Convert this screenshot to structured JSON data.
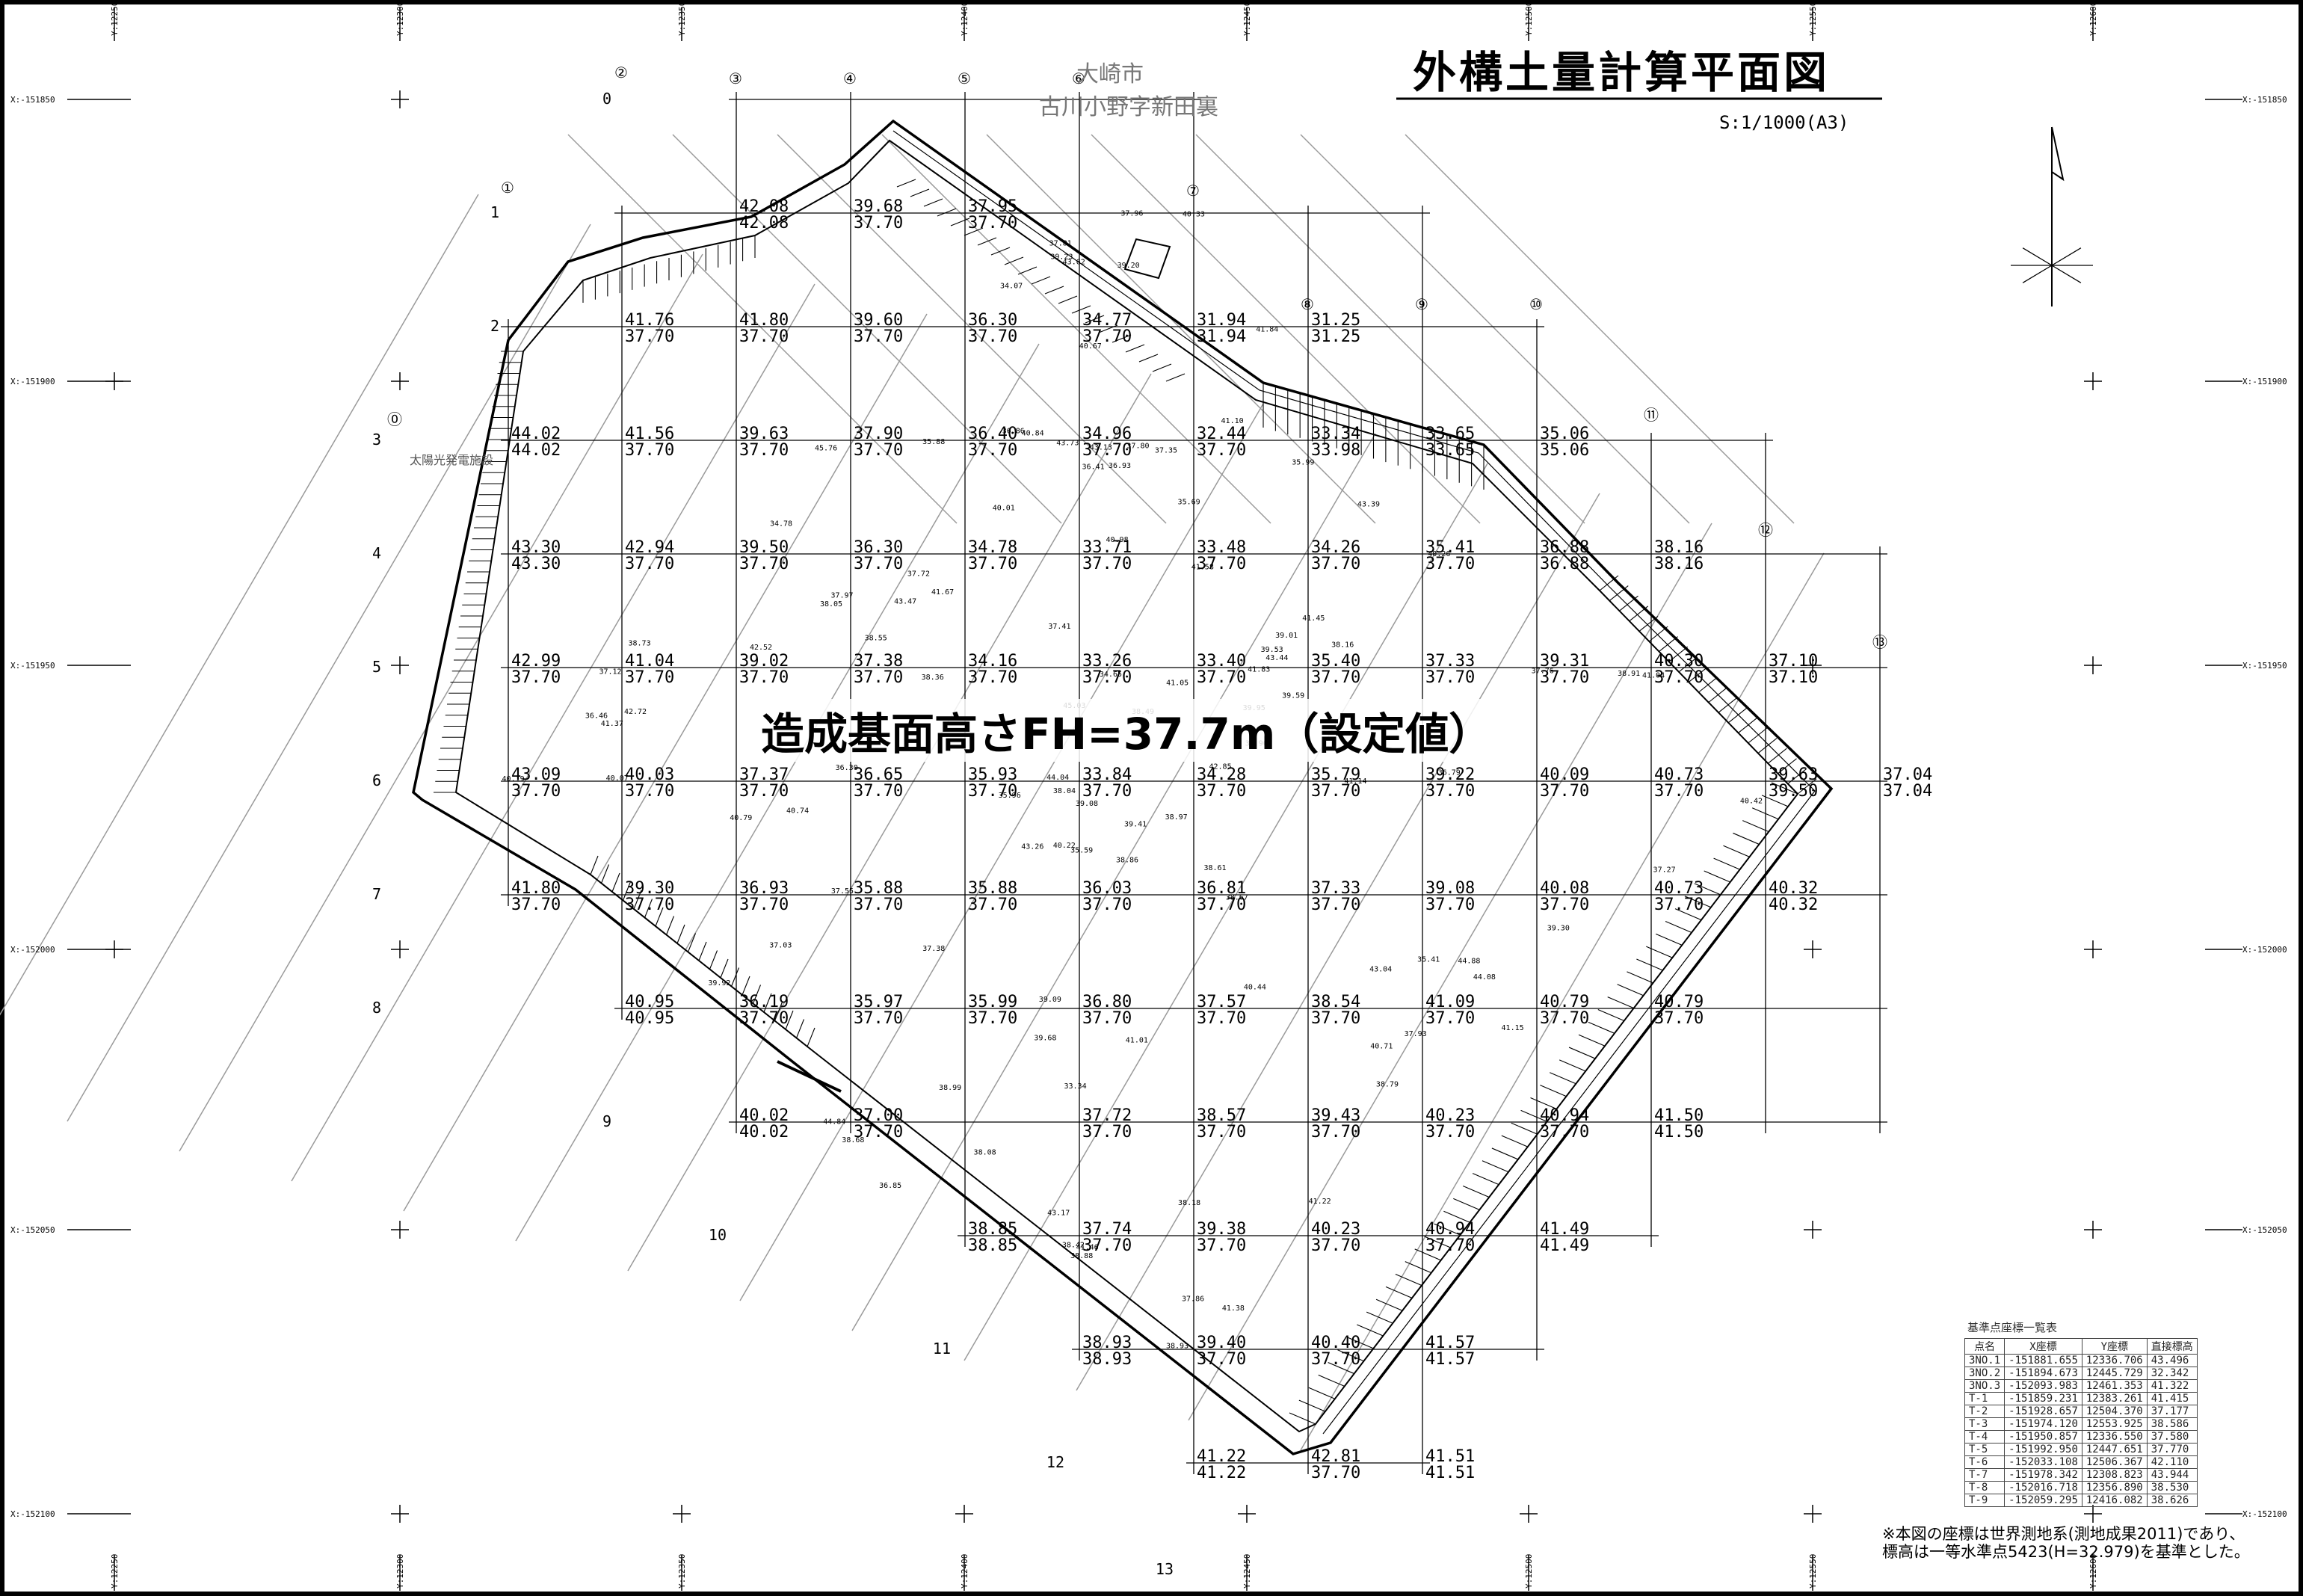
{
  "drawing": {
    "title": "外構土量計算平面図",
    "scale": "S:1/1000(A3)",
    "place_city": "大崎市",
    "place_area": "古川小野字新田裏",
    "formation_height": "造成基面高さFH=37.7m（設定値）",
    "solar_label": "太陽光発電施設",
    "note_line1": "※本図の座標は世界測地系(測地成果2011)であり、",
    "note_line2": "標高は一等水準点5423(H=32.979)を基準とした。"
  },
  "colors": {
    "line": "#000000",
    "grid": "#000000",
    "label_gray": "#777777",
    "background": "#ffffff"
  },
  "top_coords": [
    "Y:12250",
    "Y:12300",
    "Y:12350",
    "Y:12400",
    "Y:12450",
    "Y:12500",
    "Y:12550",
    "Y:12600"
  ],
  "side_coords": [
    "X:-151850",
    "X:-151900",
    "X:-151950",
    "X:-152000",
    "X:-152050",
    "X:-152100"
  ],
  "col_markers": [
    "⓪",
    "①",
    "②",
    "③",
    "④",
    "⑤",
    "⑥",
    "⑦",
    "⑧",
    "⑨",
    "⑩",
    "⑪",
    "⑫",
    "⑬"
  ],
  "row_markers": [
    "0",
    "1",
    "2",
    "3",
    "4",
    "5",
    "6",
    "7",
    "8",
    "9",
    "10",
    "11",
    "12",
    "13"
  ],
  "grid_values": [
    {
      "r": 1,
      "c": 2,
      "top": "42.08",
      "bot": "42.08"
    },
    {
      "r": 1,
      "c": 3,
      "top": "39.68",
      "bot": "37.70"
    },
    {
      "r": 1,
      "c": 4,
      "top": "37.95",
      "bot": "37.70"
    },
    {
      "r": 2,
      "c": 1,
      "top": "41.76",
      "bot": "37.70"
    },
    {
      "r": 2,
      "c": 2,
      "top": "41.80",
      "bot": "37.70"
    },
    {
      "r": 2,
      "c": 3,
      "top": "39.60",
      "bot": "37.70"
    },
    {
      "r": 2,
      "c": 4,
      "top": "36.30",
      "bot": "37.70"
    },
    {
      "r": 2,
      "c": 5,
      "top": "34.77",
      "bot": "37.70"
    },
    {
      "r": 2,
      "c": 6,
      "top": "31.94",
      "bot": "31.94"
    },
    {
      "r": 2,
      "c": 7,
      "top": "31.25",
      "bot": "31.25"
    },
    {
      "r": 3,
      "c": 0,
      "top": "44.02",
      "bot": "44.02"
    },
    {
      "r": 3,
      "c": 1,
      "top": "41.56",
      "bot": "37.70"
    },
    {
      "r": 3,
      "c": 2,
      "top": "39.63",
      "bot": "37.70"
    },
    {
      "r": 3,
      "c": 3,
      "top": "37.90",
      "bot": "37.70"
    },
    {
      "r": 3,
      "c": 4,
      "top": "36.40",
      "bot": "37.70"
    },
    {
      "r": 3,
      "c": 5,
      "top": "34.96",
      "bot": "37.70"
    },
    {
      "r": 3,
      "c": 6,
      "top": "32.44",
      "bot": "37.70"
    },
    {
      "r": 3,
      "c": 7,
      "top": "33.34",
      "bot": "33.98"
    },
    {
      "r": 3,
      "c": 8,
      "top": "33.65",
      "bot": "33.65"
    },
    {
      "r": 3,
      "c": 9,
      "top": "35.06",
      "bot": "35.06"
    },
    {
      "r": 4,
      "c": 0,
      "top": "43.30",
      "bot": "43.30"
    },
    {
      "r": 4,
      "c": 1,
      "top": "42.94",
      "bot": "37.70"
    },
    {
      "r": 4,
      "c": 2,
      "top": "39.50",
      "bot": "37.70"
    },
    {
      "r": 4,
      "c": 3,
      "top": "36.30",
      "bot": "37.70"
    },
    {
      "r": 4,
      "c": 4,
      "top": "34.78",
      "bot": "37.70"
    },
    {
      "r": 4,
      "c": 5,
      "top": "33.71",
      "bot": "37.70"
    },
    {
      "r": 4,
      "c": 6,
      "top": "33.48",
      "bot": "37.70"
    },
    {
      "r": 4,
      "c": 7,
      "top": "34.26",
      "bot": "37.70"
    },
    {
      "r": 4,
      "c": 8,
      "top": "35.41",
      "bot": "37.70"
    },
    {
      "r": 4,
      "c": 9,
      "top": "36.88",
      "bot": "36.88"
    },
    {
      "r": 4,
      "c": 10,
      "top": "38.16",
      "bot": "38.16"
    },
    {
      "r": 5,
      "c": 0,
      "top": "42.99",
      "bot": "37.70"
    },
    {
      "r": 5,
      "c": 1,
      "top": "41.04",
      "bot": "37.70"
    },
    {
      "r": 5,
      "c": 2,
      "top": "39.02",
      "bot": "37.70"
    },
    {
      "r": 5,
      "c": 3,
      "top": "37.38",
      "bot": "37.70"
    },
    {
      "r": 5,
      "c": 4,
      "top": "34.16",
      "bot": "37.70"
    },
    {
      "r": 5,
      "c": 5,
      "top": "33.26",
      "bot": "37.70"
    },
    {
      "r": 5,
      "c": 6,
      "top": "33.40",
      "bot": "37.70"
    },
    {
      "r": 5,
      "c": 7,
      "top": "35.40",
      "bot": "37.70"
    },
    {
      "r": 5,
      "c": 8,
      "top": "37.33",
      "bot": "37.70"
    },
    {
      "r": 5,
      "c": 9,
      "top": "39.31",
      "bot": "37.70"
    },
    {
      "r": 5,
      "c": 10,
      "top": "40.30",
      "bot": "37.70"
    },
    {
      "r": 5,
      "c": 11,
      "top": "37.10",
      "bot": "37.10"
    },
    {
      "r": 6,
      "c": 0,
      "top": "43.09",
      "bot": "37.70"
    },
    {
      "r": 6,
      "c": 1,
      "top": "40.03",
      "bot": "37.70"
    },
    {
      "r": 6,
      "c": 2,
      "top": "37.37",
      "bot": "37.70"
    },
    {
      "r": 6,
      "c": 3,
      "top": "36.65",
      "bot": "37.70"
    },
    {
      "r": 6,
      "c": 4,
      "top": "35.93",
      "bot": "37.70"
    },
    {
      "r": 6,
      "c": 5,
      "top": "33.84",
      "bot": "37.70"
    },
    {
      "r": 6,
      "c": 6,
      "top": "34.28",
      "bot": "37.70"
    },
    {
      "r": 6,
      "c": 7,
      "top": "35.79",
      "bot": "37.70"
    },
    {
      "r": 6,
      "c": 8,
      "top": "39.22",
      "bot": "37.70"
    },
    {
      "r": 6,
      "c": 9,
      "top": "40.09",
      "bot": "37.70"
    },
    {
      "r": 6,
      "c": 10,
      "top": "40.73",
      "bot": "37.70"
    },
    {
      "r": 6,
      "c": 11,
      "top": "39.63",
      "bot": "39.50"
    },
    {
      "r": 6,
      "c": 12,
      "top": "37.04",
      "bot": "37.04"
    },
    {
      "r": 7,
      "c": 0,
      "top": "41.80",
      "bot": "37.70"
    },
    {
      "r": 7,
      "c": 1,
      "top": "39.30",
      "bot": "37.70"
    },
    {
      "r": 7,
      "c": 2,
      "top": "36.93",
      "bot": "37.70"
    },
    {
      "r": 7,
      "c": 3,
      "top": "35.88",
      "bot": "37.70"
    },
    {
      "r": 7,
      "c": 4,
      "top": "35.88",
      "bot": "37.70"
    },
    {
      "r": 7,
      "c": 5,
      "top": "36.03",
      "bot": "37.70"
    },
    {
      "r": 7,
      "c": 6,
      "top": "36.81",
      "bot": "37.70"
    },
    {
      "r": 7,
      "c": 7,
      "top": "37.33",
      "bot": "37.70"
    },
    {
      "r": 7,
      "c": 8,
      "top": "39.08",
      "bot": "37.70"
    },
    {
      "r": 7,
      "c": 9,
      "top": "40.08",
      "bot": "37.70"
    },
    {
      "r": 7,
      "c": 10,
      "top": "40.73",
      "bot": "37.70"
    },
    {
      "r": 7,
      "c": 11,
      "top": "40.32",
      "bot": "40.32"
    },
    {
      "r": 8,
      "c": 1,
      "top": "40.95",
      "bot": "40.95"
    },
    {
      "r": 8,
      "c": 2,
      "top": "36.19",
      "bot": "37.70"
    },
    {
      "r": 8,
      "c": 3,
      "top": "35.97",
      "bot": "37.70"
    },
    {
      "r": 8,
      "c": 4,
      "top": "35.99",
      "bot": "37.70"
    },
    {
      "r": 8,
      "c": 5,
      "top": "36.80",
      "bot": "37.70"
    },
    {
      "r": 8,
      "c": 6,
      "top": "37.57",
      "bot": "37.70"
    },
    {
      "r": 8,
      "c": 7,
      "top": "38.54",
      "bot": "37.70"
    },
    {
      "r": 8,
      "c": 8,
      "top": "41.09",
      "bot": "37.70"
    },
    {
      "r": 8,
      "c": 9,
      "top": "40.79",
      "bot": "37.70"
    },
    {
      "r": 8,
      "c": 10,
      "top": "40.79",
      "bot": "37.70"
    },
    {
      "r": 9,
      "c": 2,
      "top": "40.02",
      "bot": "40.02"
    },
    {
      "r": 9,
      "c": 3,
      "top": "37.00",
      "bot": "37.70"
    },
    {
      "r": 9,
      "c": 5,
      "top": "37.72",
      "bot": "37.70"
    },
    {
      "r": 9,
      "c": 6,
      "top": "38.57",
      "bot": "37.70"
    },
    {
      "r": 9,
      "c": 7,
      "top": "39.43",
      "bot": "37.70"
    },
    {
      "r": 9,
      "c": 8,
      "top": "40.23",
      "bot": "37.70"
    },
    {
      "r": 9,
      "c": 9,
      "top": "40.94",
      "bot": "37.70"
    },
    {
      "r": 9,
      "c": 10,
      "top": "41.50",
      "bot": "41.50"
    },
    {
      "r": 10,
      "c": 4,
      "top": "38.85",
      "bot": "38.85"
    },
    {
      "r": 10,
      "c": 5,
      "top": "37.74",
      "bot": "37.70"
    },
    {
      "r": 10,
      "c": 6,
      "top": "39.38",
      "bot": "37.70"
    },
    {
      "r": 10,
      "c": 7,
      "top": "40.23",
      "bot": "37.70"
    },
    {
      "r": 10,
      "c": 8,
      "top": "40.94",
      "bot": "37.70"
    },
    {
      "r": 10,
      "c": 9,
      "top": "41.49",
      "bot": "41.49"
    },
    {
      "r": 11,
      "c": 5,
      "top": "38.93",
      "bot": "38.93"
    },
    {
      "r": 11,
      "c": 6,
      "top": "39.40",
      "bot": "37.70"
    },
    {
      "r": 11,
      "c": 7,
      "top": "40.40",
      "bot": "37.70"
    },
    {
      "r": 11,
      "c": 8,
      "top": "41.57",
      "bot": "41.57"
    },
    {
      "r": 12,
      "c": 6,
      "top": "41.22",
      "bot": "41.22"
    },
    {
      "r": 12,
      "c": 7,
      "top": "42.81",
      "bot": "37.70"
    },
    {
      "r": 12,
      "c": 8,
      "top": "41.51",
      "bot": "41.51"
    }
  ],
  "spot_labels": [
    "38.86",
    "38.04",
    "41.83",
    "38.68",
    "37.80",
    "42.85",
    "42.72",
    "43.26",
    "43.39",
    "43.73",
    "41.58",
    "41.67",
    "43.13",
    "43.44",
    "44.08",
    "43.62",
    "43.04",
    "44.04",
    "43.17",
    "45.03",
    "45.76",
    "44.84",
    "44.88",
    "43.47",
    "42.52",
    "38.79",
    "39.95",
    "38.88",
    "37.90",
    "37.93",
    "38.18",
    "37.96",
    "36.30",
    "34.78",
    "34.07",
    "34.65",
    "33.34",
    "35.41",
    "38.05",
    "37.41",
    "37.86",
    "41.05",
    "41.14",
    "41.04",
    "41.01",
    "41.22",
    "37.81",
    "38.16",
    "38.49",
    "40.79",
    "40.42",
    "39.92",
    "39.53",
    "38.36",
    "37.27",
    "36.93",
    "35.96",
    "35.59",
    "36.86",
    "35.69",
    "35.88",
    "36.79",
    "37.03",
    "37.76",
    "37.97",
    "37.55",
    "37.72",
    "38.61",
    "38.73",
    "38.97",
    "39.01",
    "38.42",
    "39.23",
    "39.30",
    "40.33",
    "40.67",
    "40.98",
    "40.74",
    "41.10",
    "40.44",
    "39.20",
    "39.09",
    "41.38",
    "41.45",
    "41.84",
    "40.71",
    "39.41",
    "38.93",
    "37.12",
    "36.85",
    "39.08",
    "38.99",
    "36.41",
    "39.59",
    "41.46",
    "40.07",
    "40.84",
    "41.15",
    "41.37",
    "40.01",
    "40.26",
    "40.19",
    "40.22",
    "39.68",
    "38.55",
    "38.91",
    "38.08",
    "38.67",
    "37.38",
    "36.46",
    "37.35",
    "35.99"
  ],
  "benchmark_table": {
    "title": "基準点座標一覧表",
    "headers": [
      "点名",
      "X座標",
      "Y座標",
      "直接標高"
    ],
    "rows": [
      [
        "3NO.1",
        "-151881.655",
        "12336.706",
        "43.496"
      ],
      [
        "3NO.2",
        "-151894.673",
        "12445.729",
        "32.342"
      ],
      [
        "3NO.3",
        "-152093.983",
        "12461.353",
        "41.322"
      ],
      [
        "T-1",
        "-151859.231",
        "12383.261",
        "41.415"
      ],
      [
        "T-2",
        "-151928.657",
        "12504.370",
        "37.177"
      ],
      [
        "T-3",
        "-151974.120",
        "12553.925",
        "38.586"
      ],
      [
        "T-4",
        "-151950.857",
        "12336.550",
        "37.580"
      ],
      [
        "T-5",
        "-151992.950",
        "12447.651",
        "37.770"
      ],
      [
        "T-6",
        "-152033.108",
        "12506.367",
        "42.110"
      ],
      [
        "T-7",
        "-151978.342",
        "12308.823",
        "43.944"
      ],
      [
        "T-8",
        "-152016.718",
        "12356.890",
        "38.530"
      ],
      [
        "T-9",
        "-152059.295",
        "12416.082",
        "38.626"
      ]
    ]
  }
}
